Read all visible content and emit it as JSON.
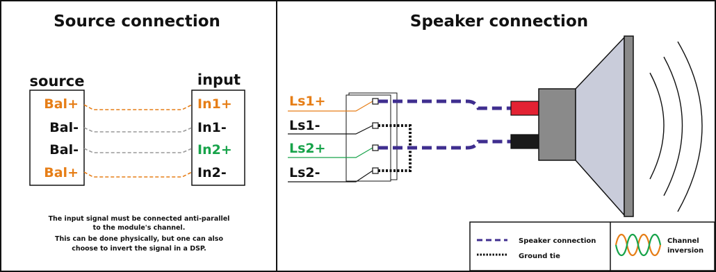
{
  "colors": {
    "orange": "#E67E17",
    "green": "#17A34A",
    "black": "#111111",
    "speaker_wire": "#3F2E8F",
    "red_terminal": "#E32233",
    "grey_body": "#8A8A8A",
    "cone": "#C9CCDA"
  },
  "source_panel": {
    "title": "Source connection",
    "source_label": "source",
    "input_label": "input",
    "sources": [
      {
        "label": "Bal+",
        "color": "orange"
      },
      {
        "label": "Bal-",
        "color": "black"
      },
      {
        "label": "Bal-",
        "color": "black"
      },
      {
        "label": "Bal+",
        "color": "orange"
      }
    ],
    "inputs": [
      {
        "label": "In1+",
        "color": "orange"
      },
      {
        "label": "In1-",
        "color": "black"
      },
      {
        "label": "In2+",
        "color": "green"
      },
      {
        "label": "In2-",
        "color": "black"
      }
    ],
    "note": [
      "The input signal must be connected anti-parallel",
      "to the module's channel.",
      "This can be done physically, but one can also",
      "choose to invert the signal in a DSP."
    ]
  },
  "speaker_panel": {
    "title": "Speaker connection",
    "outputs": [
      {
        "label": "Ls1+",
        "color": "orange"
      },
      {
        "label": "Ls1-",
        "color": "black"
      },
      {
        "label": "Ls2+",
        "color": "green"
      },
      {
        "label": "Ls2-",
        "color": "black"
      }
    ],
    "legend": {
      "speaker_connection": "Speaker connection",
      "ground_tie": "Ground tie",
      "channel_inversion_line1": "Channel",
      "channel_inversion_line2": "inversion"
    }
  }
}
